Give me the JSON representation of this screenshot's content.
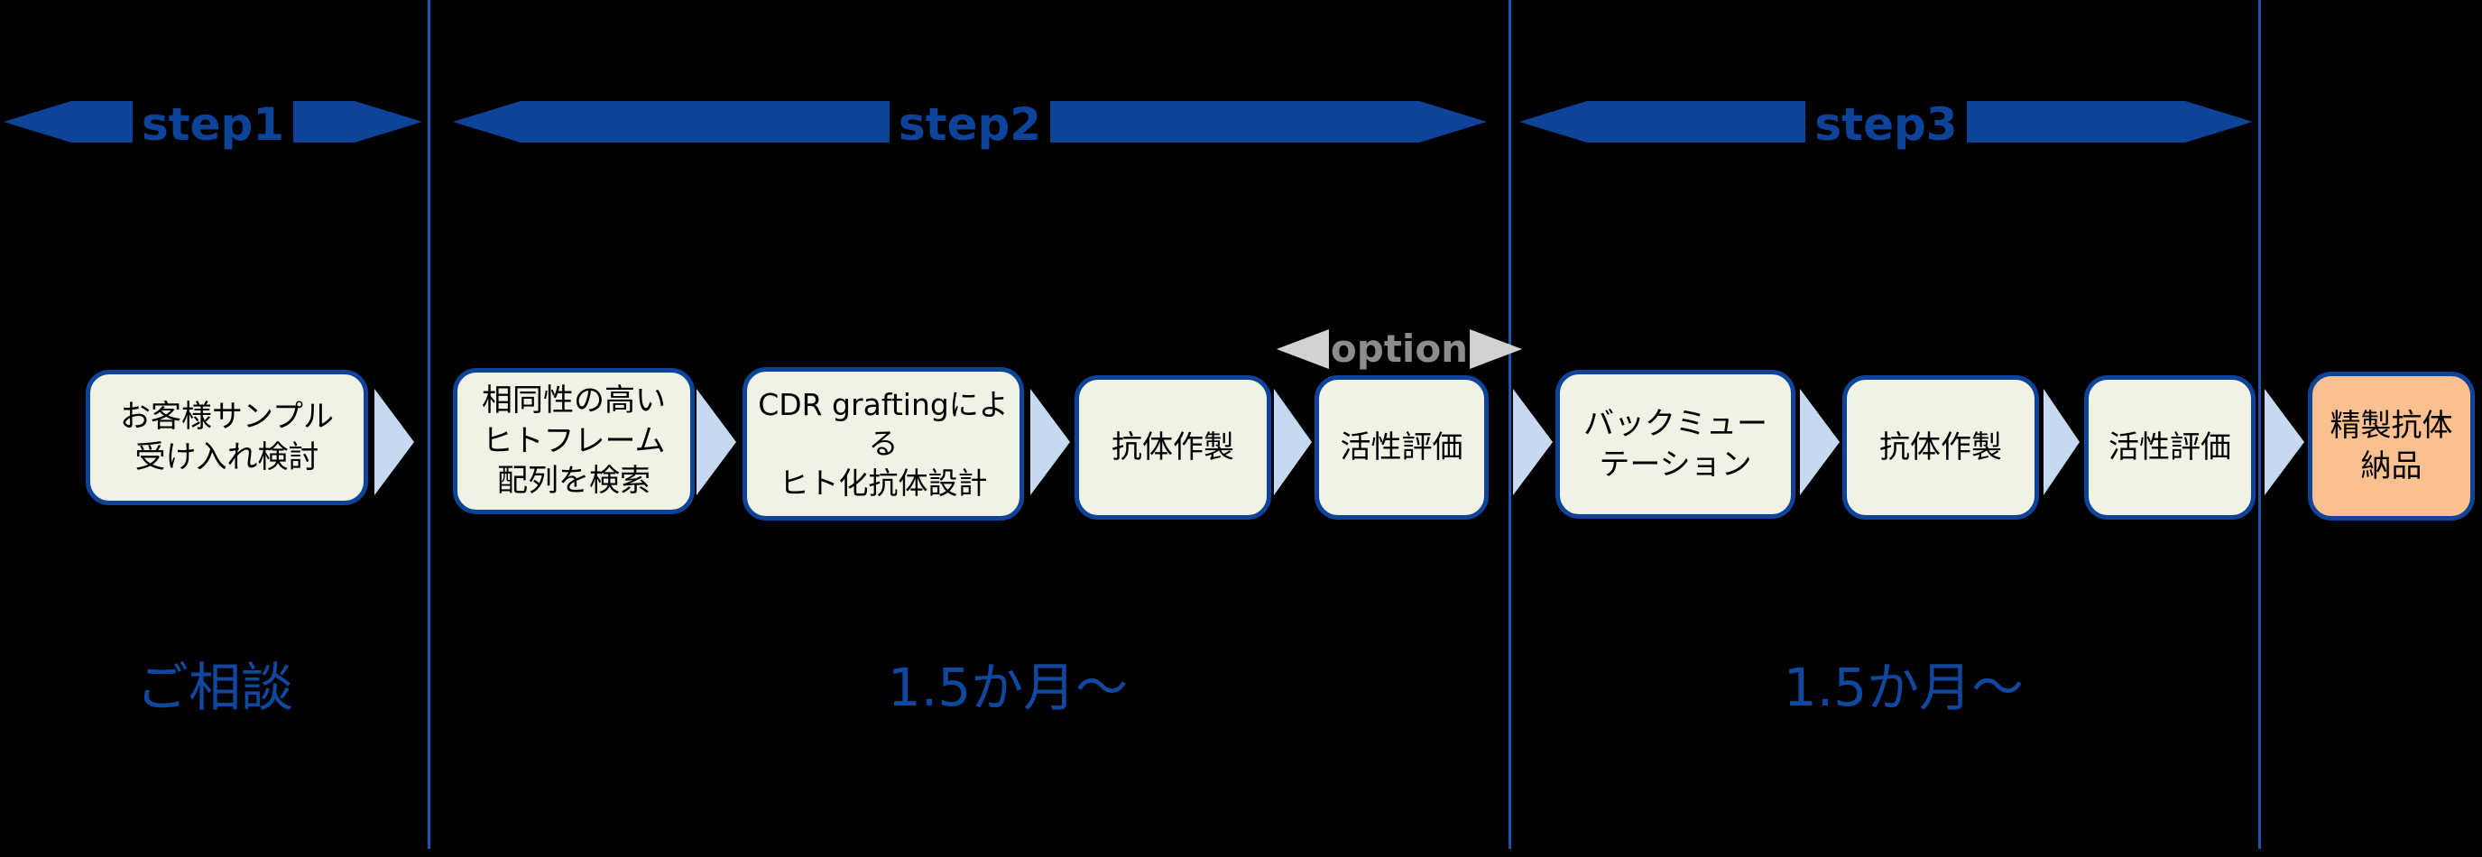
{
  "colors": {
    "background": "#000000",
    "primary_blue": "#0d4499",
    "divider_blue": "#1e56ac",
    "box_fill": "#f0f2e3",
    "box_border": "#0d4499",
    "connector_arrow_blue": "#c6d9f1",
    "final_box_fill": "#fac090",
    "option_text_gray": "#8c8c8c",
    "option_arrow_gray": "#d2d2d2",
    "note_text_blue": "#10489f"
  },
  "steps": [
    {
      "label": "step1",
      "note": "ご相談"
    },
    {
      "label": "step2",
      "note": "1.5か月～"
    },
    {
      "label": "step3",
      "note": "1.5か月～"
    }
  ],
  "option_label": "option",
  "boxes": [
    {
      "id": "customer-sample-review",
      "label": "お客様サンプル\n受け入れ検討"
    },
    {
      "id": "human-frame-search",
      "label": "相同性の高い\nヒトフレーム\n配列を検索"
    },
    {
      "id": "cdr-grafting-design",
      "label": "CDR graftingによる\nヒト化抗体設計"
    },
    {
      "id": "antibody-production-1",
      "label": "抗体作製"
    },
    {
      "id": "activity-evaluation-1",
      "label": "活性評価"
    },
    {
      "id": "back-mutation",
      "label": "バックミュー\nテーション"
    },
    {
      "id": "antibody-production-2",
      "label": "抗体作製"
    },
    {
      "id": "activity-evaluation-2",
      "label": "活性評価"
    },
    {
      "id": "purified-antibody-delivery",
      "label": "精製抗体\n納品"
    }
  ]
}
